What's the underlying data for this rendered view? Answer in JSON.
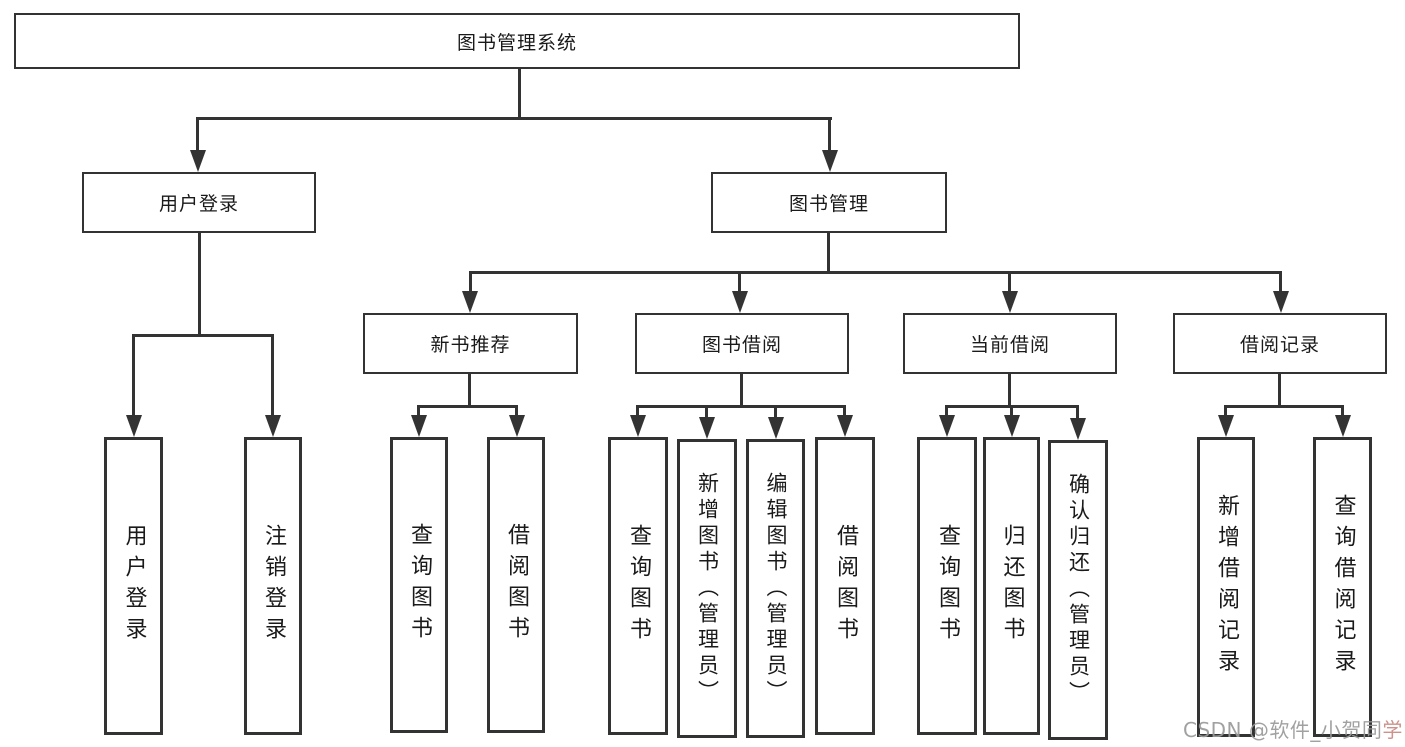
{
  "tree": {
    "root": {
      "label": "图书管理系统"
    },
    "children": [
      {
        "label": "用户登录",
        "children": [
          {
            "label": "用户登录"
          },
          {
            "label": "注销登录"
          }
        ]
      },
      {
        "label": "图书管理",
        "children": [
          {
            "label": "新书推荐",
            "children": [
              {
                "label": "查询图书"
              },
              {
                "label": "借阅图书"
              }
            ]
          },
          {
            "label": "图书借阅",
            "children": [
              {
                "label": "查询图书"
              },
              {
                "label": "新增图书（管理员）"
              },
              {
                "label": "编辑图书（管理员）"
              },
              {
                "label": "借阅图书"
              }
            ]
          },
          {
            "label": "当前借阅",
            "children": [
              {
                "label": "查询图书"
              },
              {
                "label": "归还图书"
              },
              {
                "label": "确认归还（管理员）"
              }
            ]
          },
          {
            "label": "借阅记录",
            "children": [
              {
                "label": "新增借阅记录"
              },
              {
                "label": "查询借阅记录"
              }
            ]
          }
        ]
      }
    ]
  },
  "watermark": {
    "text_gray": "CSDN @软件_小贺同",
    "text_red": "学"
  },
  "colors": {
    "background": "#ffffff",
    "line": "#333333",
    "box_border": "#333333",
    "text": "#1a1a1a",
    "watermark_gray": "#9a9a9a",
    "watermark_red": "#c98983"
  }
}
